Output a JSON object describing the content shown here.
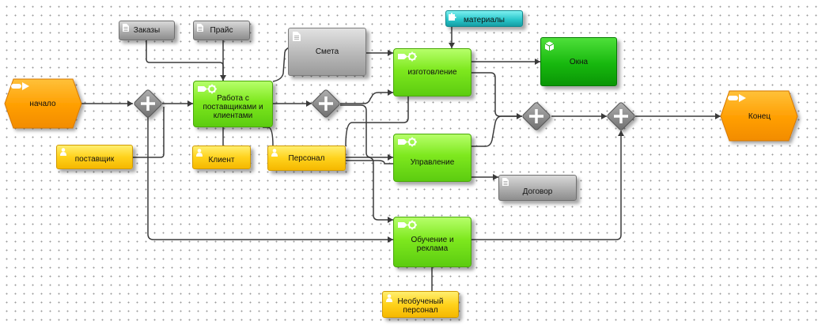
{
  "events": {
    "start": "начало",
    "end": "Конец"
  },
  "functions": {
    "work_with_suppliers": "Работа с поставщиками и клиентами",
    "manufacturing": "изготовление",
    "management": "Управление",
    "training_ads": "Обучение и реклама"
  },
  "documents": {
    "orders": "Заказы",
    "price": "Прайс",
    "estimate": "Смета",
    "contract": "Договор"
  },
  "roles": {
    "supplier": "поставщик",
    "client": "Клиент",
    "staff": "Персонал",
    "untrained_staff": "Необученый персонал"
  },
  "materials": {
    "materials": "материалы"
  },
  "products": {
    "windows": "Окна"
  },
  "colors": {
    "function": "#7ee81e",
    "event": "#ffa500",
    "role": "#ffd21c",
    "document": "#b8b8b8",
    "material": "#2cc8cc",
    "product": "#17b80e",
    "connector": "#3a3a3a"
  }
}
